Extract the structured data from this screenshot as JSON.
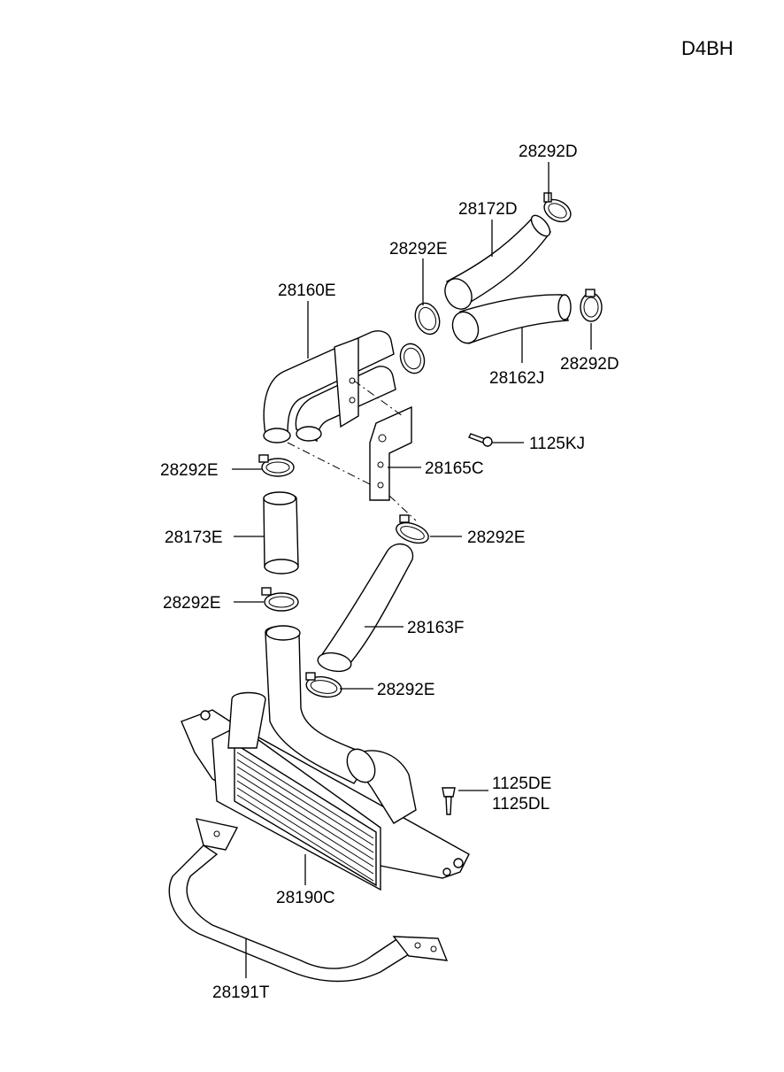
{
  "diagram_code": "D4BH",
  "labels": {
    "l_28292D_top": "28292D",
    "l_28172D": "28172D",
    "l_28292E_upper": "28292E",
    "l_28160E": "28160E",
    "l_28292D_right": "28292D",
    "l_28162J": "28162J",
    "l_1125KJ": "1125KJ",
    "l_28292E_left1": "28292E",
    "l_28165C": "28165C",
    "l_28292E_mid": "28292E",
    "l_28173E": "28173E",
    "l_28292E_left2": "28292E",
    "l_28163F": "28163F",
    "l_28292E_lower": "28292E",
    "l_1125DE": "1125DE",
    "l_1125DL": "1125DL",
    "l_28190C": "28190C",
    "l_28191T": "28191T"
  }
}
